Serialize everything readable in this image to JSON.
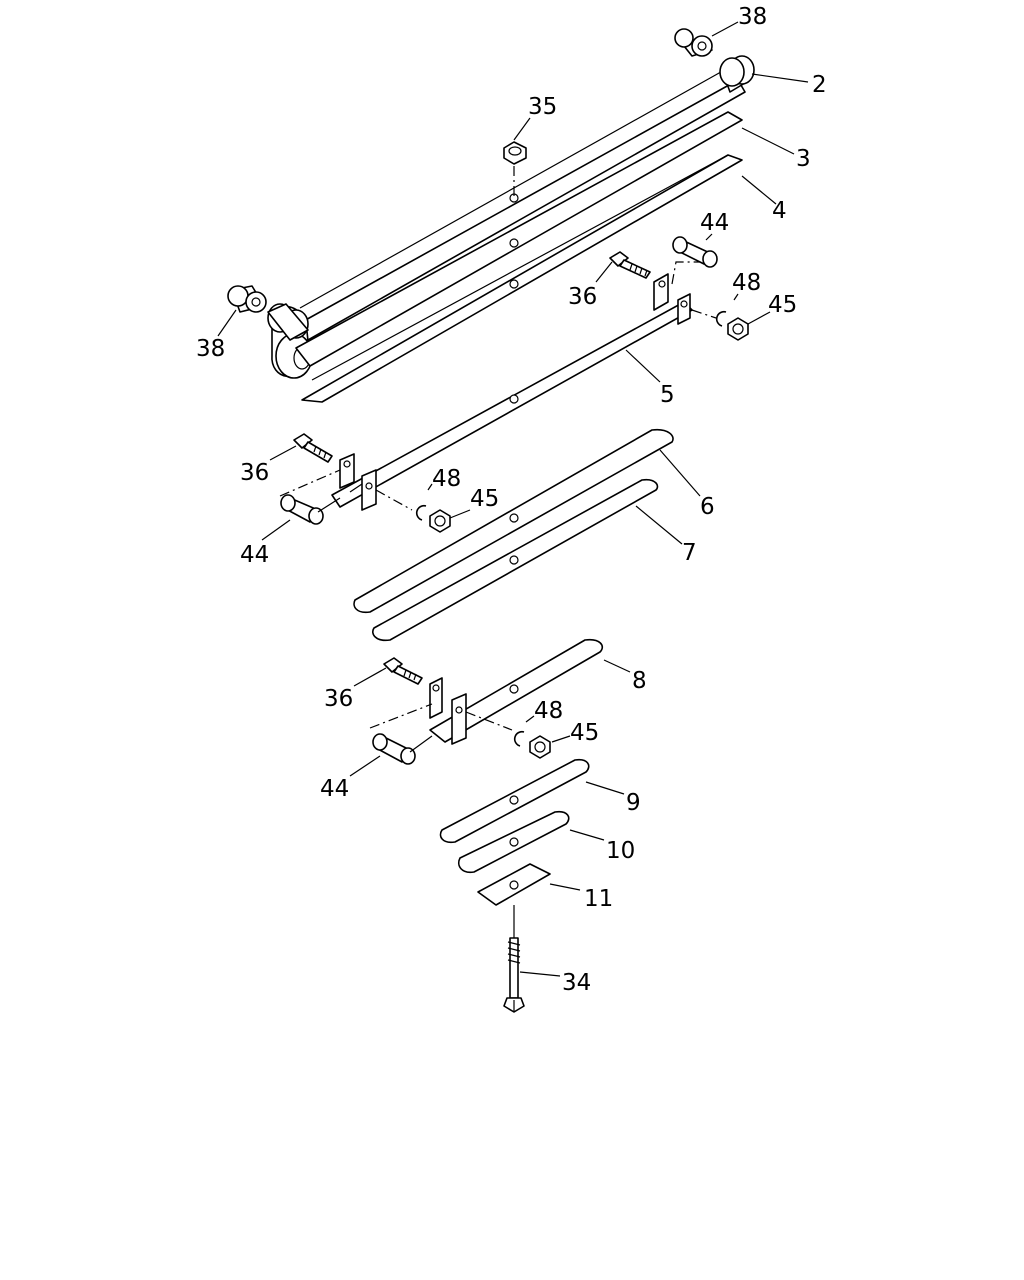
{
  "diagram": {
    "callouts": [
      {
        "id": "c38-top",
        "text": "38"
      },
      {
        "id": "c2",
        "text": "2"
      },
      {
        "id": "c35",
        "text": "35"
      },
      {
        "id": "c3",
        "text": "3"
      },
      {
        "id": "c4",
        "text": "4"
      },
      {
        "id": "c44-top",
        "text": "44"
      },
      {
        "id": "c36-top",
        "text": "36"
      },
      {
        "id": "c48-top",
        "text": "48"
      },
      {
        "id": "c45-top",
        "text": "45"
      },
      {
        "id": "c38-left",
        "text": "38"
      },
      {
        "id": "c5",
        "text": "5"
      },
      {
        "id": "c36-mid",
        "text": "36"
      },
      {
        "id": "c48-mid",
        "text": "48"
      },
      {
        "id": "c45-mid",
        "text": "45"
      },
      {
        "id": "c6",
        "text": "6"
      },
      {
        "id": "c44-mid",
        "text": "44"
      },
      {
        "id": "c7",
        "text": "7"
      },
      {
        "id": "c8",
        "text": "8"
      },
      {
        "id": "c36-low",
        "text": "36"
      },
      {
        "id": "c48-low",
        "text": "48"
      },
      {
        "id": "c45-low",
        "text": "45"
      },
      {
        "id": "c44-low",
        "text": "44"
      },
      {
        "id": "c9",
        "text": "9"
      },
      {
        "id": "c10",
        "text": "10"
      },
      {
        "id": "c11",
        "text": "11"
      },
      {
        "id": "c34",
        "text": "34"
      }
    ]
  }
}
